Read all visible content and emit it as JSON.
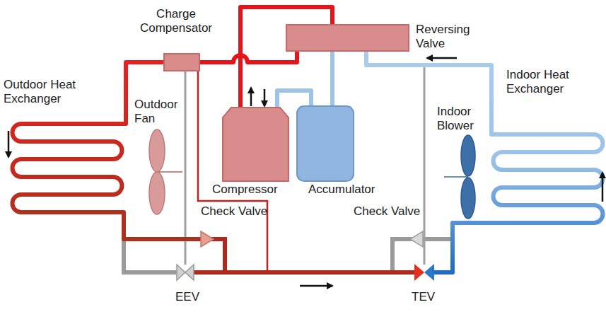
{
  "diagram": {
    "labels": [
      "Charge Compensator",
      "Reversing Valve",
      "Outdoor Heat Exchanger",
      "Outdoor Fan",
      "Compressor",
      "Accumulator",
      "Check Valve",
      "Check Valve",
      "EEV",
      "TEV",
      "Indoor Blower",
      "Indoor Heat Exchanger"
    ]
  }
}
